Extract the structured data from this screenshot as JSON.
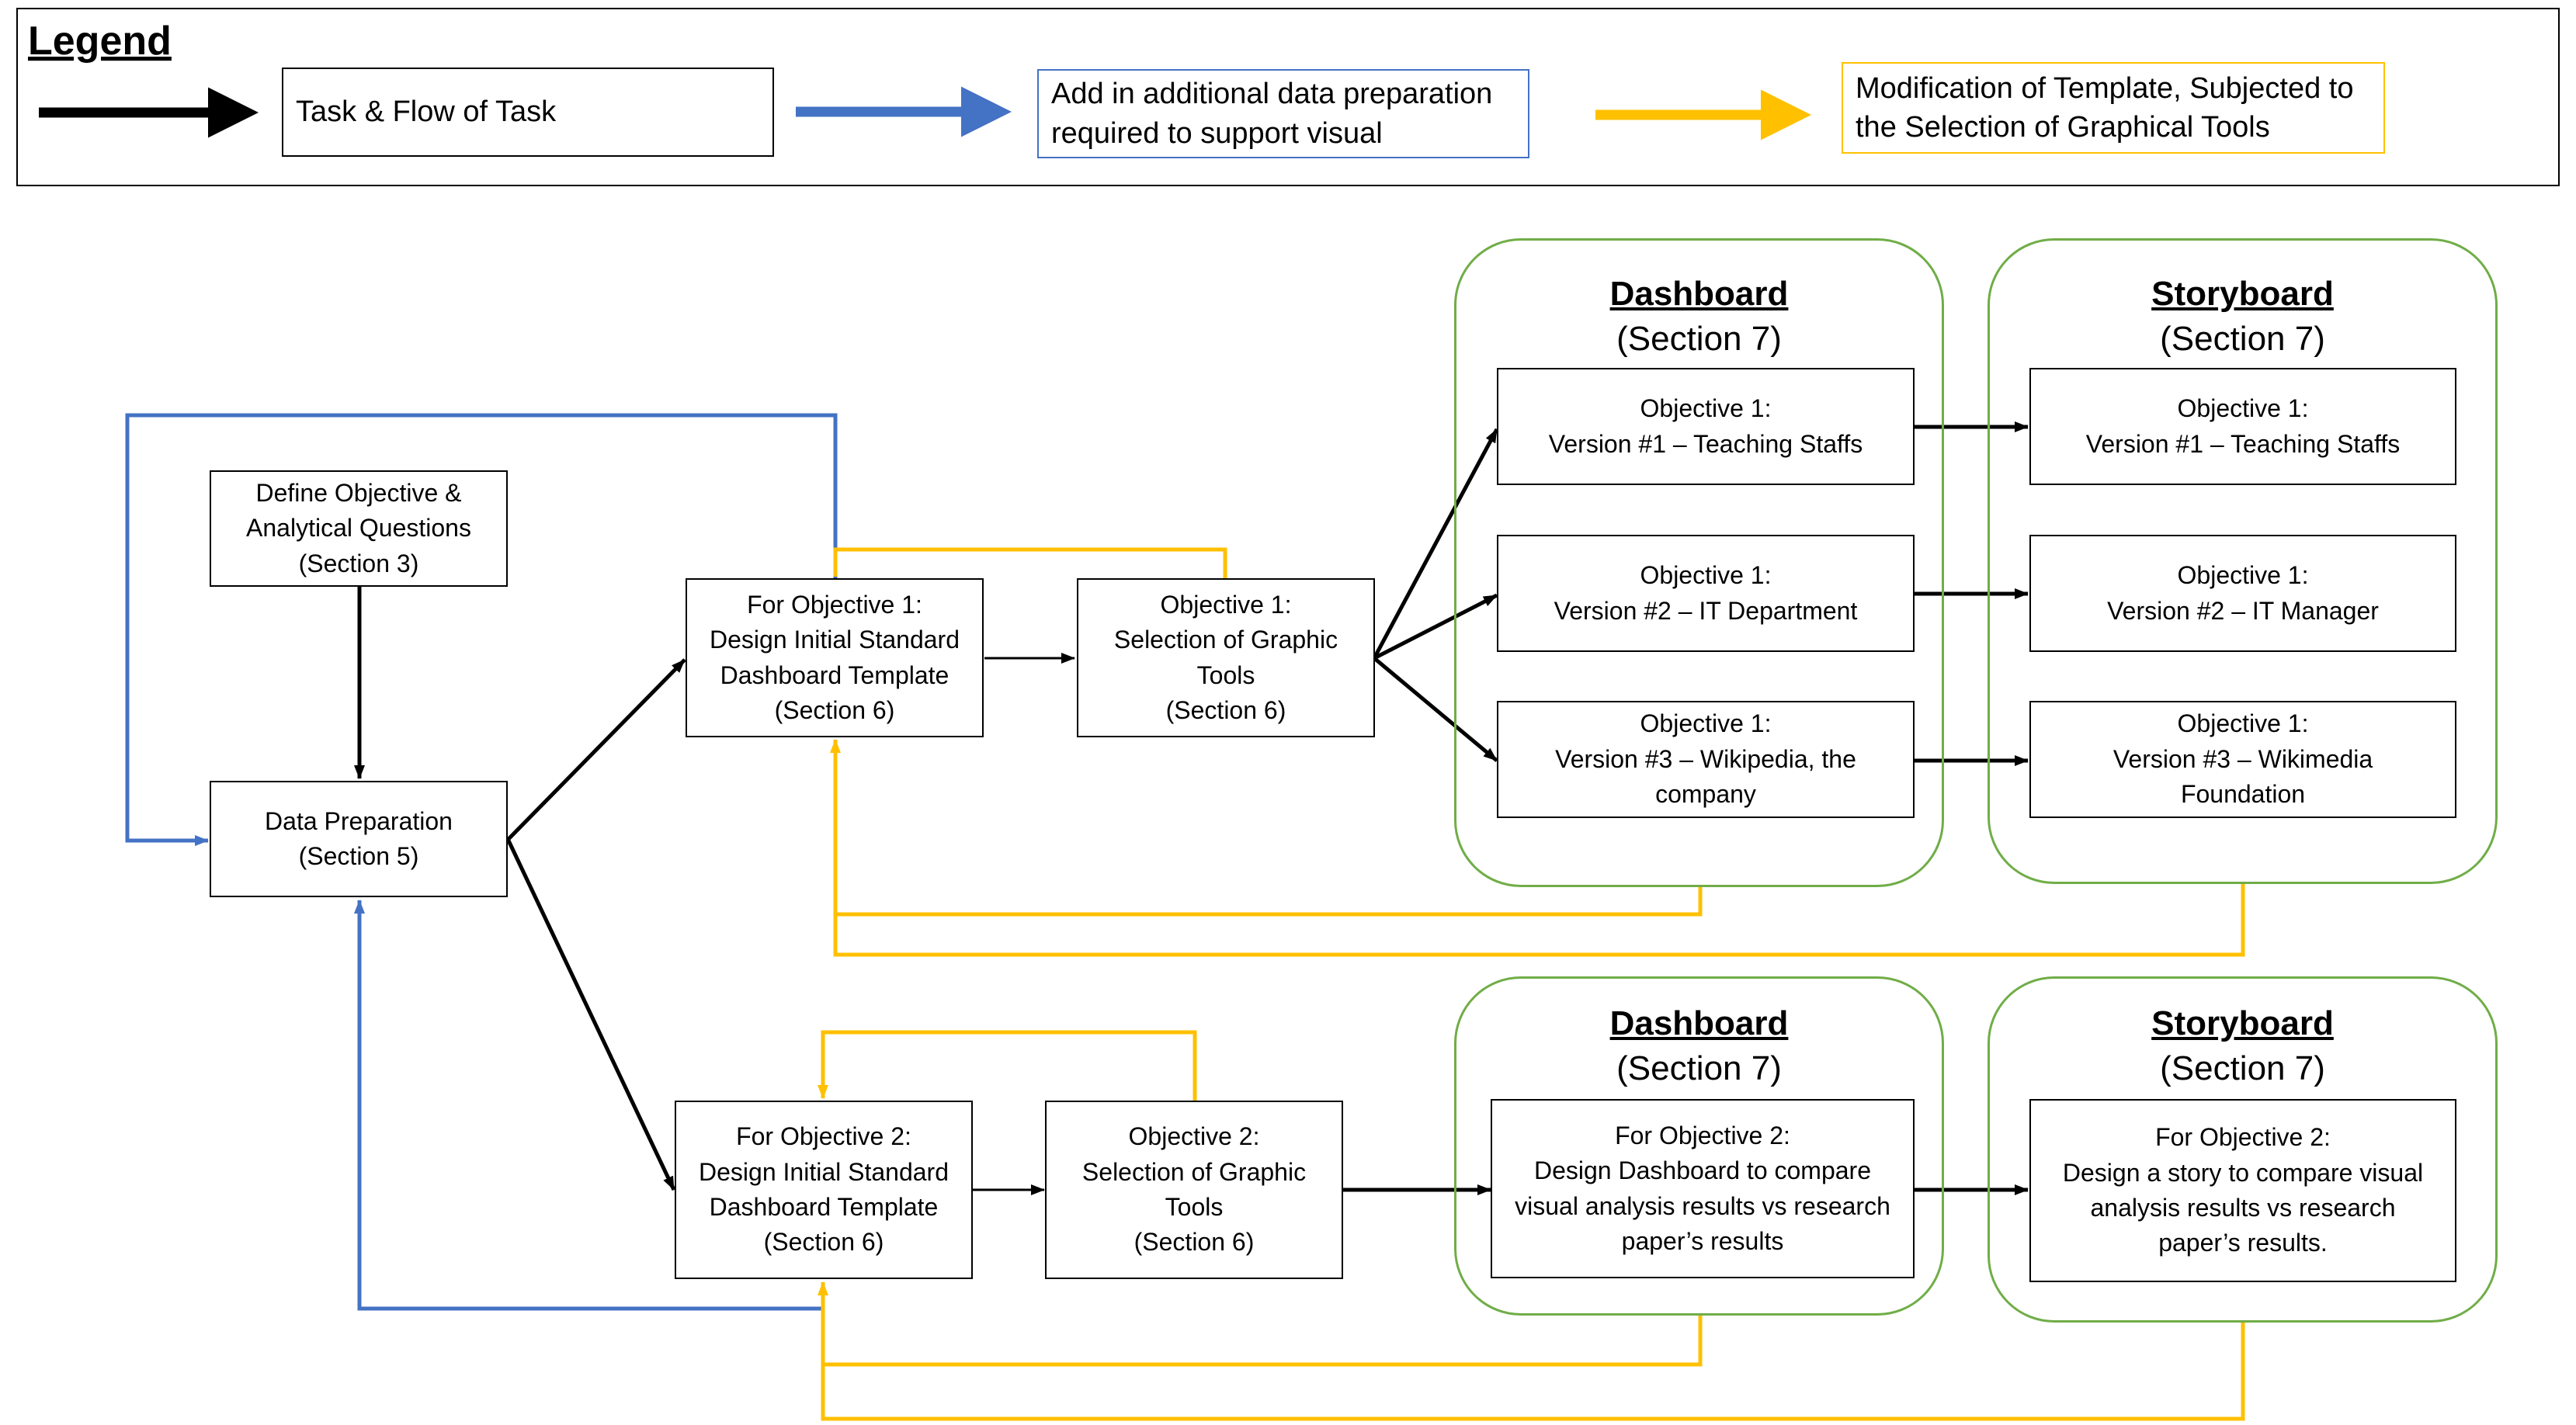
{
  "colors": {
    "task": "#000000",
    "data_prep": "#4472c4",
    "template": "#ffc000",
    "group_border": "#70ad47"
  },
  "legend": {
    "title": "Legend",
    "task": "Task & Flow of Task",
    "data_prep": "Add in additional data preparation\nrequired to support visual",
    "template": "Modification of Template, Subjected to\nthe Selection of Graphical Tools"
  },
  "nodes": {
    "define_objective": "Define Objective &\nAnalytical Questions\n(Section 3)",
    "data_preparation": "Data Preparation\n(Section 5)",
    "obj1_template": "For Objective 1:\nDesign Initial Standard\nDashboard Template\n(Section 6)",
    "obj1_selection": "Objective 1:\nSelection of Graphic\nTools\n(Section 6)",
    "obj2_template": "For Objective 2:\nDesign Initial Standard\nDashboard Template\n(Section 6)",
    "obj2_selection": "Objective 2:\nSelection of Graphic\nTools\n(Section 6)",
    "obj1_dash_v1": "Objective 1:\nVersion #1 – Teaching Staffs",
    "obj1_dash_v2": "Objective 1:\nVersion #2 – IT Department",
    "obj1_dash_v3": "Objective 1:\nVersion #3 – Wikipedia, the\ncompany",
    "obj1_story_v1": "Objective 1:\nVersion #1 – Teaching Staffs",
    "obj1_story_v2": "Objective 1:\nVersion #2 – IT Manager",
    "obj1_story_v3": "Objective 1:\nVersion #3 – Wikimedia\nFoundation",
    "obj2_dashboard": "For Objective 2:\nDesign Dashboard to compare\nvisual analysis results vs research\npaper’s results",
    "obj2_storyboard": "For Objective 2:\nDesign a story to compare visual\nanalysis results vs research\npaper’s results."
  },
  "groups": {
    "dashboard_1": {
      "title": "Dashboard",
      "section": "(Section 7)"
    },
    "storyboard_1": {
      "title": "Storyboard",
      "section": "(Section 7)"
    },
    "dashboard_2": {
      "title": "Dashboard",
      "section": "(Section 7)"
    },
    "storyboard_2": {
      "title": "Storyboard",
      "section": "(Section 7)"
    }
  }
}
